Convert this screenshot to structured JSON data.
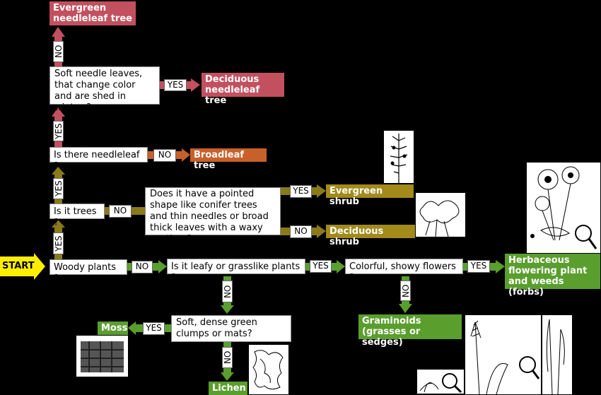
{
  "start_label": "START",
  "questions": {
    "woody": "Woody plants ?",
    "trees": "Is it trees ?",
    "needleleaf": "Is there needleleaf ?",
    "soft_needle": "Soft needle leaves, that change color and are shed in winter ?",
    "pointed": "Does it have a pointed shape like conifer trees and thin needles or broad thick leaves with a waxy coating ?",
    "leafy": "Is it leafy or grasslike plants ?",
    "colorful": "Colorful, showy flowers ?",
    "soft_clumps": "Soft, dense green clumps or mats?"
  },
  "answers": {
    "yes": "YES",
    "no": "NO"
  },
  "results": {
    "evergreen_needleleaf": "Evergreen needleleaf tree",
    "deciduous_needleleaf": "Deciduous needleleaf tree",
    "broadleaf": "Broadleaf tree",
    "evergreen_shrub": "Evergreen shrub",
    "deciduous_shrub": "Deciduous shrub",
    "herbaceous": "Herbaceous flowering plant and weeds (forbs)",
    "graminoids": "Graminoids (grasses or sedges)",
    "moss": "Moss",
    "lichen": "Lichen"
  },
  "colors": {
    "tree": "#c2505f",
    "broadleaf": "#c8602a",
    "shrub": "#a28a1b",
    "herb": "#5a9e2e",
    "start": "#ffee00"
  }
}
